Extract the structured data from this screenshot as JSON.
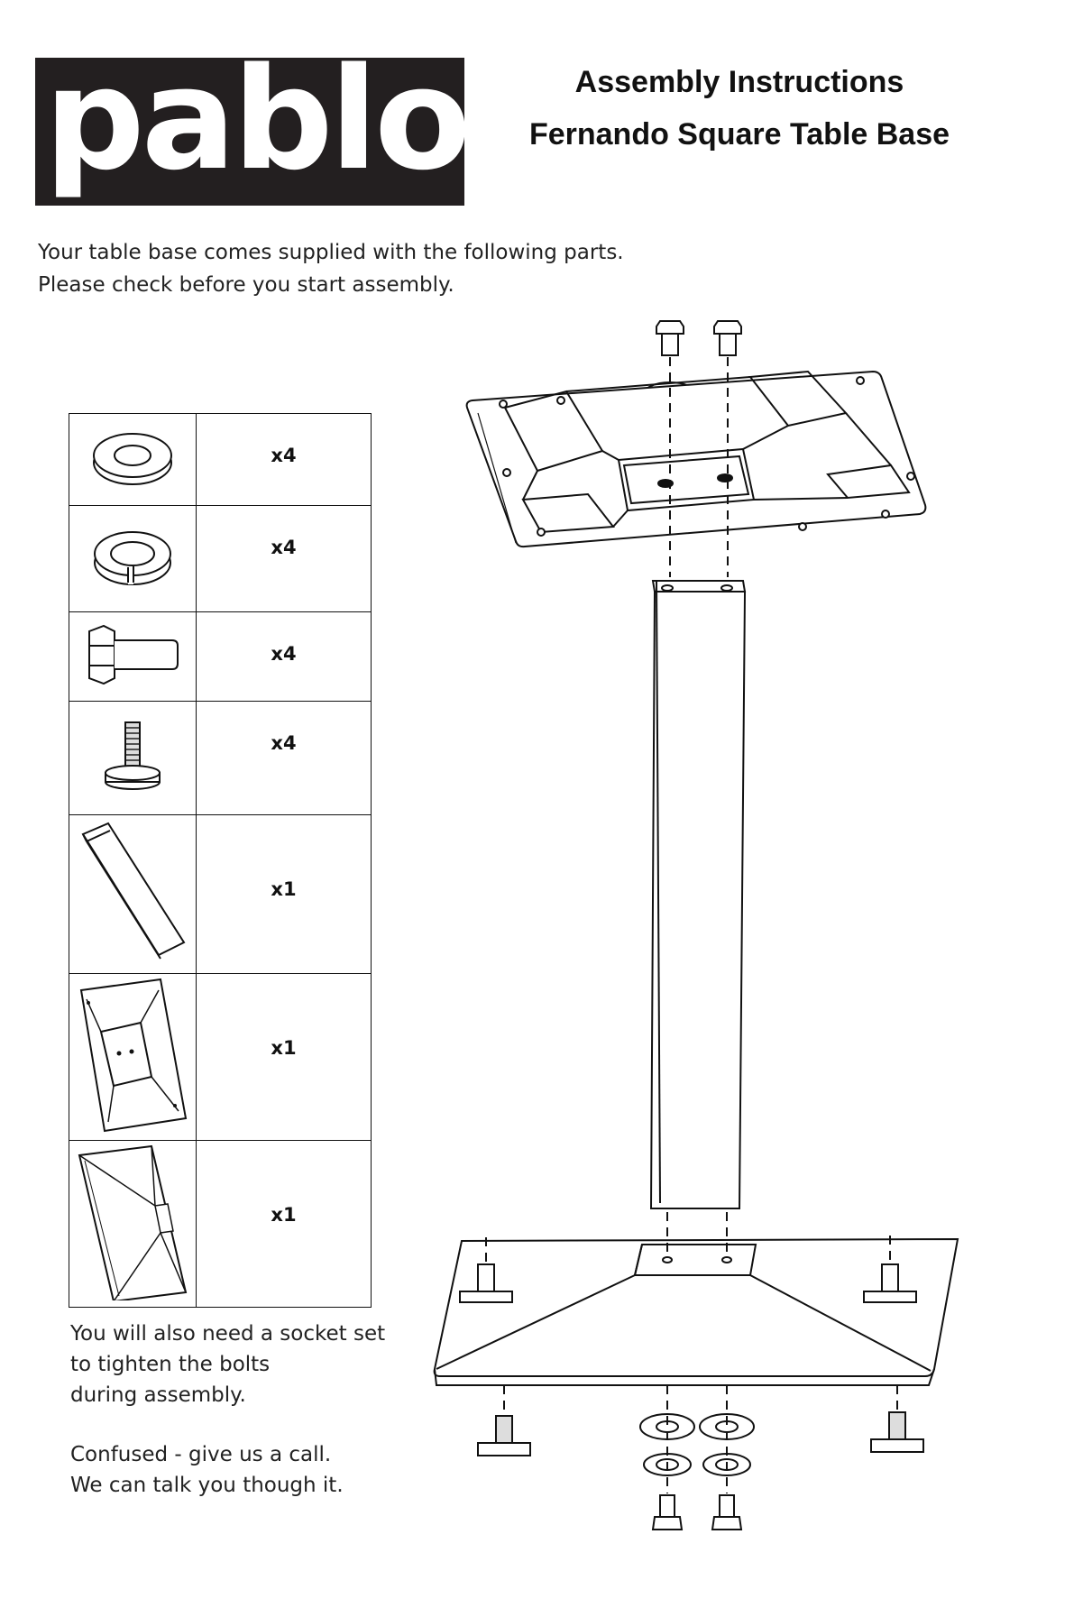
{
  "brand": {
    "logo_text": "pablo"
  },
  "header": {
    "title": "Assembly Instructions",
    "subtitle": "Fernando Square Table Base"
  },
  "intro": {
    "line1": "Your table base comes supplied with the following parts.",
    "line2": "Please check before you start assembly."
  },
  "parts": [
    {
      "icon": "flat-washer-icon",
      "qty": "x4"
    },
    {
      "icon": "spring-washer-icon",
      "qty": "x4"
    },
    {
      "icon": "hex-bolt-icon",
      "qty": "x4"
    },
    {
      "icon": "leveling-foot-icon",
      "qty": "x4"
    },
    {
      "icon": "column-icon",
      "qty": "x1"
    },
    {
      "icon": "top-plate-icon",
      "qty": "x1"
    },
    {
      "icon": "base-plate-icon",
      "qty": "x1"
    }
  ],
  "notes": {
    "socket_line1": "You will also need a socket set",
    "socket_line2": "to tighten the bolts",
    "socket_line3": "during assembly.",
    "call_line1": "Confused - give us a call.",
    "call_line2": "We can talk you though it."
  },
  "colors": {
    "logo_bg": "#231f20",
    "ink": "#111111"
  }
}
